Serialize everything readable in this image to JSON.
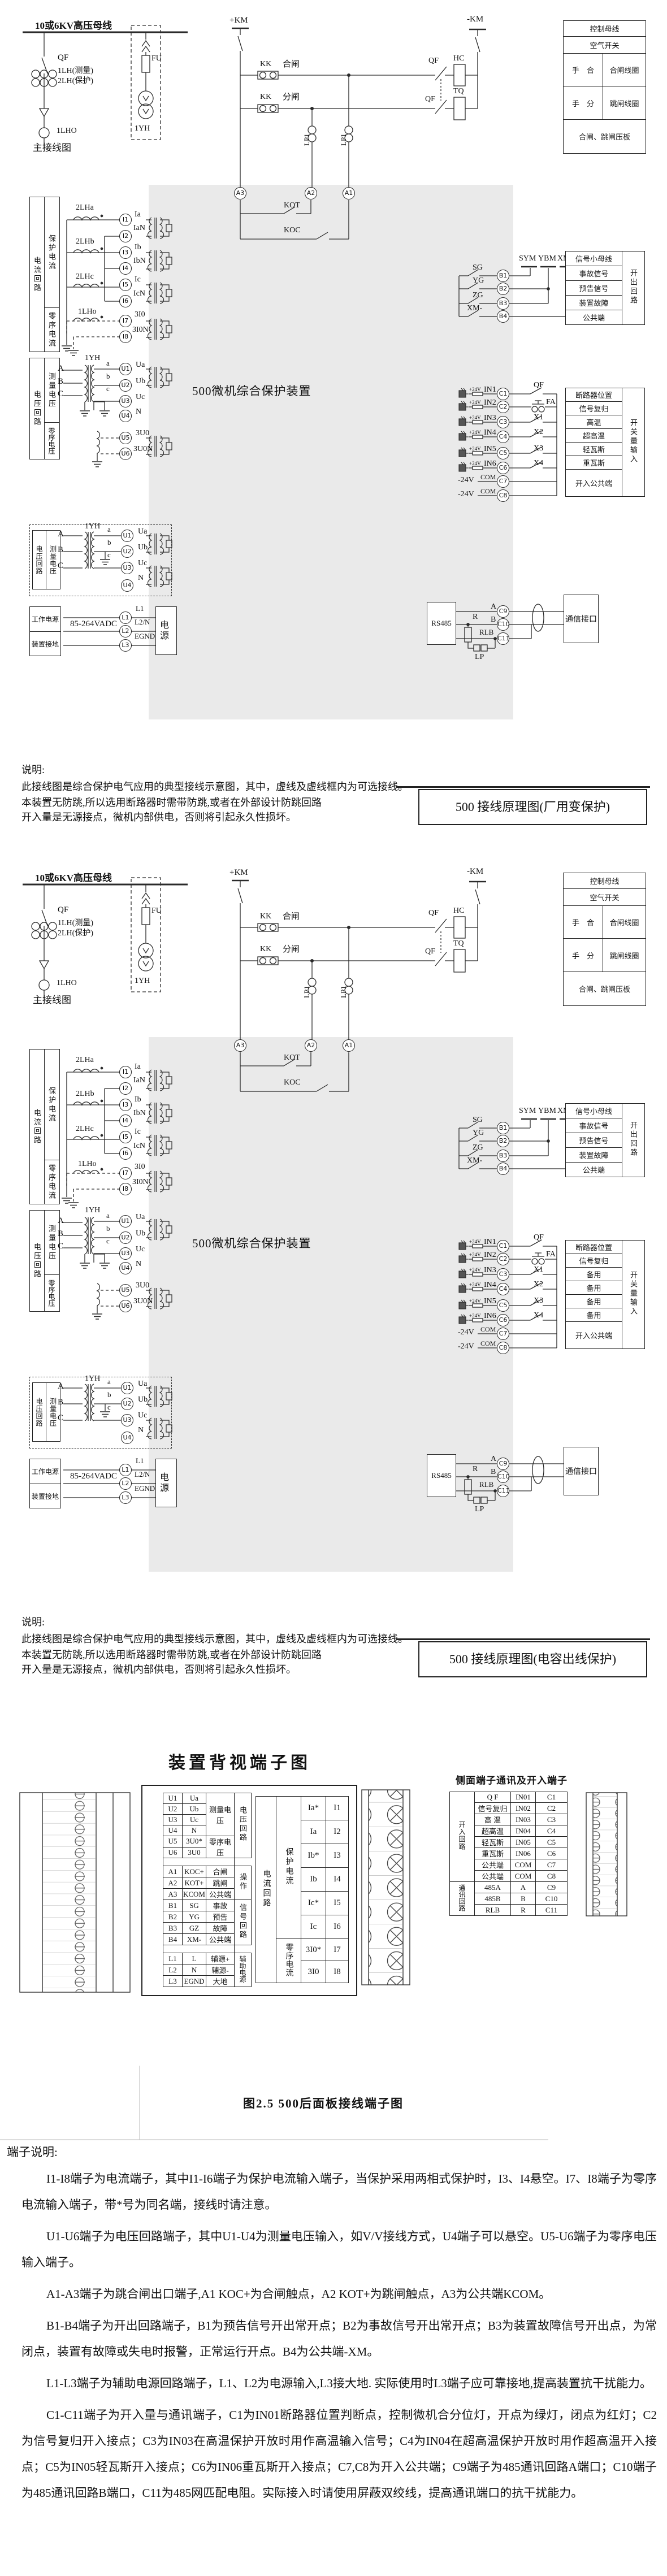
{
  "d1": {
    "main": {
      "bus": "10或6KV高压母线",
      "qf": "QF",
      "ct1": "1LH(测量)",
      "ct2": "2LH(保护)",
      "lho": "1LHO",
      "caption": "主接线图",
      "fu": "FU",
      "yh": "1YH"
    },
    "ctrl": {
      "pos": "+KM",
      "neg": "-KM",
      "kk": "KK",
      "close": "合闸",
      "open": "分闸",
      "lp": "LP1",
      "qf": "QF",
      "hc": "HC",
      "tq": "TQ",
      "kot": "KOT",
      "koc": "KOC",
      "a1": "A1",
      "a2": "A2",
      "a3": "A3"
    },
    "legend": {
      "r1": "控制母线",
      "r2": "空气开关",
      "r3a": "手　合",
      "r3b": "合闸线圈",
      "r4a": "手　分",
      "r4b": "跳闸线圈",
      "r5": "合闸、跳闸压板"
    },
    "device": "500微机综合保护装置",
    "cur": {
      "grp": "电流回路",
      "sub1": "保护电流",
      "sub2": "零序电流",
      "cta": "2LHa",
      "ctb": "2LHb",
      "ctc": "2LHc",
      "cto": "1LHo",
      "terms": [
        {
          "t": "I1",
          "s": "Ia"
        },
        {
          "t": "I2",
          "s": "IaN"
        },
        {
          "t": "I3",
          "s": "Ib"
        },
        {
          "t": "I4",
          "s": "IbN"
        },
        {
          "t": "I5",
          "s": "Ic"
        },
        {
          "t": "I6",
          "s": "IcN"
        },
        {
          "t": "I7",
          "s": "3I0"
        },
        {
          "t": "I8",
          "s": "3I0N"
        }
      ]
    },
    "vol": {
      "grp": "电压回路",
      "sub1": "测量电压",
      "sub2": "零序电压",
      "yh": "1YH",
      "pa": "A",
      "pb": "B",
      "pc": "C",
      "ta": "a",
      "tb": "b",
      "tc": "c",
      "terms": [
        {
          "t": "U1",
          "s": "Ua"
        },
        {
          "t": "U2",
          "s": "Ub"
        },
        {
          "t": "U3",
          "s": "Uc"
        },
        {
          "t": "U4",
          "s": "N"
        },
        {
          "t": "U5",
          "s": "3U0"
        },
        {
          "t": "U6",
          "s": "3U0N"
        }
      ]
    },
    "altv": {
      "grp": "电压回路",
      "sub": "测量电压",
      "yh": "1YH",
      "pa": "A",
      "pb": "B",
      "pc": "C",
      "ta": "a",
      "tb": "b",
      "tc": "c",
      "terms": [
        {
          "t": "U1",
          "s": "Ua"
        },
        {
          "t": "U2",
          "s": "Ub"
        },
        {
          "t": "U3",
          "s": "Uc"
        },
        {
          "t": "U4",
          "s": "N"
        }
      ]
    },
    "pwr": {
      "r1": "工作电源",
      "r2": "装置接地",
      "rating": "85-264VADC",
      "src": "电源",
      "terms": [
        {
          "t": "L1",
          "s": "L1"
        },
        {
          "t": "L2",
          "s": "L2/N"
        },
        {
          "t": "L3",
          "s": "EGND"
        }
      ]
    },
    "out": {
      "sw": [
        "SG",
        "YG",
        "ZG",
        "XM-"
      ],
      "bus": [
        "SYM",
        "YBM",
        "XM-"
      ],
      "terms": [
        "B1",
        "B2",
        "B3",
        "B4"
      ],
      "rows": [
        "信号小母线",
        "事故信号",
        "预告信号",
        "装置故障",
        "公共端"
      ],
      "side": "开出回路"
    },
    "inp": {
      "plus": "+24V",
      "minus": "-24V",
      "com": "COM",
      "side": "开关量输入",
      "common": "开入公共端",
      "rows": [
        {
          "in": "IN1",
          "c": "C1",
          "k": "QF",
          "d": "断路器位置"
        },
        {
          "in": "IN2",
          "c": "C2",
          "k": "FA",
          "d": "信号复归"
        },
        {
          "in": "IN3",
          "c": "C3",
          "k": "X1",
          "d": "高温"
        },
        {
          "in": "IN4",
          "c": "C4",
          "k": "X2",
          "d": "超高温"
        },
        {
          "in": "IN5",
          "c": "C5",
          "k": "X3",
          "d": "轻瓦斯"
        },
        {
          "in": "IN6",
          "c": "C6",
          "k": "X4",
          "d": "重瓦斯"
        }
      ],
      "c7": "C7",
      "c8": "C8"
    },
    "comm": {
      "rs": "RS485",
      "a": "A",
      "b": "B",
      "r": "R",
      "rlb": "RLB",
      "lp": "LP",
      "c9": "C9",
      "c10": "C10",
      "c11": "C11",
      "iface": "通信接口"
    },
    "note": {
      "h": "说明:",
      "l1": "此接线图是综合保护电气应用的典型接线示意图，其中，虚线及虚线框内为可选接线。",
      "l2": "本装置无防跳,所以选用断路器时需带防跳,或者在外部设计防跳回路",
      "l3": "开入量是无源接点，微机内部供电，否则将引起永久性损坏。"
    },
    "title": "500 接线原理图(厂用变保护)"
  },
  "d2": {
    "main": {
      "bus": "10或6KV高压母线",
      "qf": "QF",
      "ct1": "1LH(测量)",
      "ct2": "2LH(保护)",
      "lho": "1LHO",
      "caption": "主接线图",
      "fu": "FU",
      "yh": "1YH"
    },
    "ctrl": {
      "pos": "+KM",
      "neg": "-KM",
      "kk": "KK",
      "close": "合闸",
      "open": "分闸",
      "lp": "LP1",
      "qf": "QF",
      "hc": "HC",
      "tq": "TQ",
      "kot": "KOT",
      "koc": "KOC",
      "a1": "A1",
      "a2": "A2",
      "a3": "A3"
    },
    "legend": {
      "r1": "控制母线",
      "r2": "空气开关",
      "r3a": "手　合",
      "r3b": "合闸线圈",
      "r4a": "手　分",
      "r4b": "跳闸线圈",
      "r5": "合闸、跳闸压板"
    },
    "device": "500微机综合保护装置",
    "cur": {
      "grp": "电流回路",
      "sub1": "保护电流",
      "sub2": "零序电流",
      "cta": "2LHa",
      "ctb": "2LHb",
      "ctc": "2LHc",
      "cto": "1LHo",
      "terms": [
        {
          "t": "I1",
          "s": "Ia"
        },
        {
          "t": "I2",
          "s": "IaN"
        },
        {
          "t": "I3",
          "s": "Ib"
        },
        {
          "t": "I4",
          "s": "IbN"
        },
        {
          "t": "I5",
          "s": "Ic"
        },
        {
          "t": "I6",
          "s": "IcN"
        },
        {
          "t": "I7",
          "s": "3I0"
        },
        {
          "t": "I8",
          "s": "3I0N"
        }
      ]
    },
    "vol": {
      "grp": "电压回路",
      "sub1": "测量电压",
      "sub2": "零序电压",
      "yh": "1YH",
      "pa": "A",
      "pb": "B",
      "pc": "C",
      "ta": "a",
      "tb": "b",
      "tc": "c",
      "terms": [
        {
          "t": "U1",
          "s": "Ua"
        },
        {
          "t": "U2",
          "s": "Ub"
        },
        {
          "t": "U3",
          "s": "Uc"
        },
        {
          "t": "U4",
          "s": "N"
        },
        {
          "t": "U5",
          "s": "3U0"
        },
        {
          "t": "U6",
          "s": "3U0N"
        }
      ]
    },
    "altv": {
      "grp": "电压回路",
      "sub": "测量电压",
      "yh": "1YH",
      "pa": "A",
      "pb": "B",
      "pc": "C",
      "ta": "a",
      "tb": "b",
      "tc": "c",
      "terms": [
        {
          "t": "U1",
          "s": "Ua"
        },
        {
          "t": "U2",
          "s": "Ub"
        },
        {
          "t": "U3",
          "s": "Uc"
        },
        {
          "t": "U4",
          "s": "N"
        }
      ]
    },
    "pwr": {
      "r1": "工作电源",
      "r2": "装置接地",
      "rating": "85-264VADC",
      "src": "电源",
      "terms": [
        {
          "t": "L1",
          "s": "L1"
        },
        {
          "t": "L2",
          "s": "L2/N"
        },
        {
          "t": "L3",
          "s": "EGND"
        }
      ]
    },
    "out": {
      "sw": [
        "SG",
        "YG",
        "ZG",
        "XM-"
      ],
      "bus": [
        "SYM",
        "YBM",
        "XM-"
      ],
      "terms": [
        "B1",
        "B2",
        "B3",
        "B4"
      ],
      "rows": [
        "信号小母线",
        "事故信号",
        "预告信号",
        "装置故障",
        "公共端"
      ],
      "side": "开出回路"
    },
    "inp": {
      "plus": "+24V",
      "minus": "-24V",
      "com": "COM",
      "side": "开关量输入",
      "common": "开入公共端",
      "rows": [
        {
          "in": "IN1",
          "c": "C1",
          "k": "QF",
          "d": "断路器位置"
        },
        {
          "in": "IN2",
          "c": "C2",
          "k": "FA",
          "d": "信号复归"
        },
        {
          "in": "IN3",
          "c": "C3",
          "k": "X1",
          "d": "备用"
        },
        {
          "in": "IN4",
          "c": "C4",
          "k": "X2",
          "d": "备用"
        },
        {
          "in": "IN5",
          "c": "C5",
          "k": "X3",
          "d": "备用"
        },
        {
          "in": "IN6",
          "c": "C6",
          "k": "X4",
          "d": "备用"
        }
      ],
      "c7": "C7",
      "c8": "C8"
    },
    "comm": {
      "rs": "RS485",
      "a": "A",
      "b": "B",
      "r": "R",
      "rlb": "RLB",
      "lp": "LP",
      "c9": "C9",
      "c10": "C10",
      "c11": "C11",
      "iface": "通信接口"
    },
    "note": {
      "h": "说明:",
      "l1": "此接线图是综合保护电气应用的典型接线示意图，其中，虚线及虚线框内为可选接线。",
      "l2": "本装置无防跳,所以选用断路器时需带防跳,或者在外部设计防跳回路",
      "l3": "开入量是无源接点，微机内部供电，否则将引起永久性损坏。"
    },
    "title": "500 接线原理图(电容出线保护)"
  },
  "panel": {
    "title": "装置背视端子图",
    "t1": {
      "rows": [
        [
          "U1",
          "Ua"
        ],
        [
          "U2",
          "Ub"
        ],
        [
          "U3",
          "Uc"
        ],
        [
          "U4",
          "N"
        ],
        [
          "U5",
          "3U0*"
        ],
        [
          "U6",
          "3U0"
        ],
        [
          "A1",
          "KOC+",
          "合闸"
        ],
        [
          "A2",
          "KOT+",
          "跳闸"
        ],
        [
          "A3",
          "KCOM",
          "公共端"
        ],
        [
          "B1",
          "SG",
          "事故"
        ],
        [
          "B2",
          "YG",
          "预告"
        ],
        [
          "B3",
          "GZ",
          "故障"
        ],
        [
          "B4",
          "XM-",
          "公共端"
        ],
        [
          "L1",
          "L",
          "辅源+"
        ],
        [
          "L2",
          "N",
          "辅源-"
        ],
        [
          "L3",
          "EGND",
          "大地"
        ]
      ],
      "g_mv": "测量电压",
      "g_zv": "零序电压",
      "g_v": "电压回路",
      "g_op": "操作",
      "g_sig": "信号回路",
      "g_aux": "辅助电源"
    },
    "t2": {
      "grp": "电流回路",
      "sub1": "保护电流",
      "sub2": "零序电流",
      "rows": [
        [
          "Ia*",
          "I1"
        ],
        [
          "Ia",
          "I2"
        ],
        [
          "Ib*",
          "I3"
        ],
        [
          "Ib",
          "I4"
        ],
        [
          "Ic*",
          "I5"
        ],
        [
          "Ic",
          "I6"
        ],
        [
          "3I0*",
          "I7"
        ],
        [
          "3I0",
          "I8"
        ]
      ]
    },
    "side": {
      "title": "侧面端子通讯及开入端子",
      "g1": "开入回路",
      "g2": "通讯回路",
      "rows": [
        [
          "Q F",
          "IN01",
          "C1"
        ],
        [
          "信号复归",
          "IN02",
          "C2"
        ],
        [
          "高 温",
          "IN03",
          "C3"
        ],
        [
          "超高温",
          "IN04",
          "C4"
        ],
        [
          "轻瓦斯",
          "IN05",
          "C5"
        ],
        [
          "重瓦斯",
          "IN06",
          "C6"
        ],
        [
          "公共端",
          "COM",
          "C7"
        ],
        [
          "公共端",
          "COM",
          "C8"
        ],
        [
          "485A",
          "A",
          "C9"
        ],
        [
          "485B",
          "B",
          "C10"
        ],
        [
          "RLB",
          "R",
          "C11"
        ]
      ]
    },
    "caption": "图2.5  500后面板接线端子图"
  },
  "notes": {
    "title": "端子说明:",
    "p1": "I1-I8端子为电流端子，其中I1-I6端子为保护电流输入端子，当保护采用两相式保护时，I3、I4悬空。I7、I8端子为零序电流输入端子，带*号为同名端，接线时请注意。",
    "p2": "U1-U6端子为电压回路端子，其中U1-U4为测量电压输入，如V/V接线方式，U4端子可以悬空。U5-U6端子为零序电压输入端子。",
    "p3": "A1-A3端子为跳合闸出口端子,A1 KOC+为合闸触点，A2 KOT+为跳闸触点，A3为公共端KCOM。",
    "p4": "B1-B4端子为开出回路端子，B1为预告信号开出常开点；B2为事故信号开出常开点；B3为装置故障信号开出点，为常闭点，装置有故障或失电时报警，正常运行开点。B4为公共端-XM。",
    "p5": "L1-L3端子为辅助电源回路端子，L1、L2为电源输入,L3接大地. 实际使用时L3端子应可靠接地,提高装置抗干扰能力。",
    "p6": "C1-C11端子为开入量与通讯端子，C1为IN01断路器位置判断点，控制微机合分位灯，开点为绿灯，闭点为红灯；C2为信号复归开入接点；C3为IN03在高温保护开放时用作高温输入信号；C4为IN04在超高温保护开放时用作超高温开入接点；C5为IN05轻瓦斯开入接点；C6为IN06重瓦斯开入接点；C7,C8为开入公共端；C9端子为485通讯回路A端口；C10端子为485通讯回路B端口，C11为485网匹配电阻。实际接入时请使用屏蔽双绞线，提高通讯端口的抗干扰能力。"
  }
}
